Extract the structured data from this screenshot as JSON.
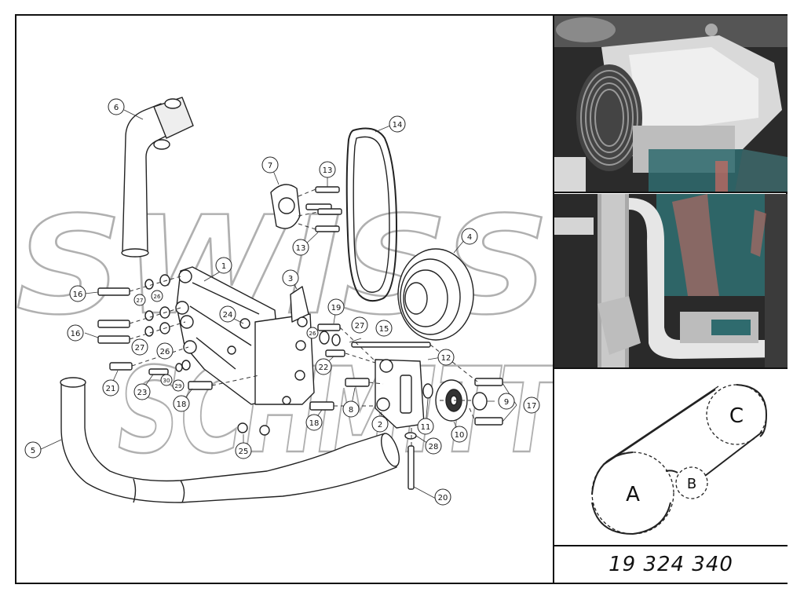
{
  "watermark_text": "SWISS SCHMITT",
  "callouts": [
    "1",
    "2",
    "3",
    "4",
    "5",
    "6",
    "7",
    "8",
    "9",
    "10",
    "11",
    "12",
    "13",
    "13",
    "14",
    "15",
    "16",
    "16",
    "17",
    "18",
    "18",
    "19",
    "20",
    "21",
    "22",
    "23",
    "24",
    "25",
    "26",
    "26",
    "26",
    "27",
    "27",
    "27",
    "28",
    "29",
    "30"
  ],
  "belt_diagram": {
    "pulley_a": "A",
    "pulley_b": "B",
    "pulley_c": "C"
  },
  "part_number": "19 324 340",
  "colors": {
    "frame": "#111111",
    "line_art": "#222222",
    "watermark_fill": "#ffffff",
    "watermark_stroke": "#9a9a9a",
    "photo_teal": "#2f6b6e",
    "photo_red": "#c46a62"
  }
}
